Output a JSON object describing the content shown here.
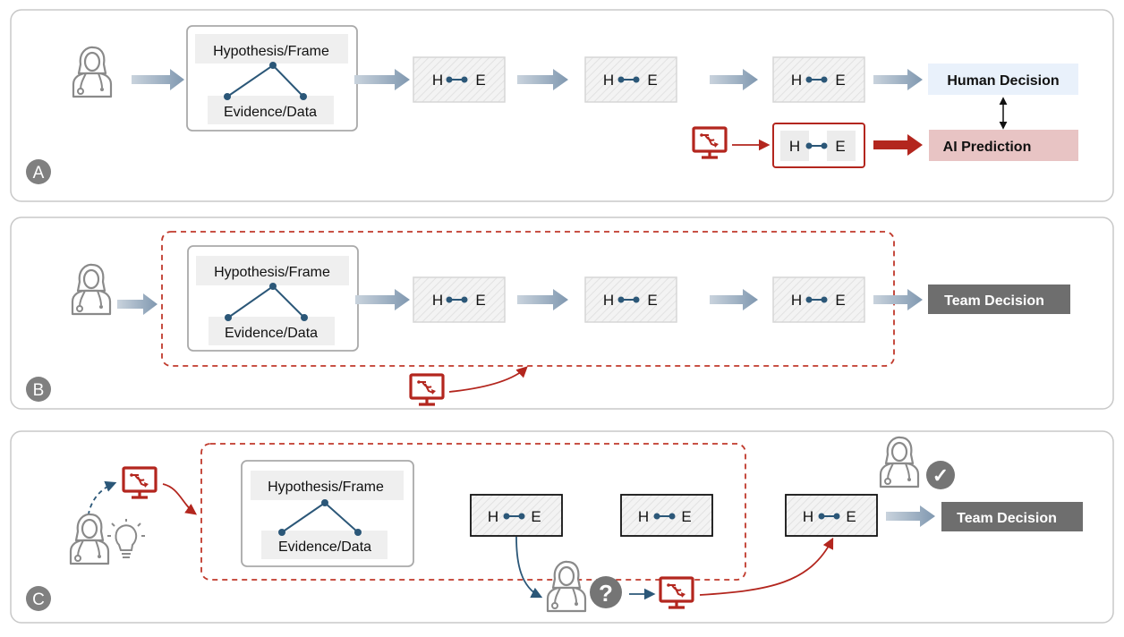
{
  "panels": [
    {
      "letter": "A"
    },
    {
      "letter": "B"
    },
    {
      "letter": "C"
    }
  ],
  "labels": {
    "hypothesis": "Hypothesis/Frame",
    "evidence": "Evidence/Data",
    "h": "H",
    "e": "E"
  },
  "outcomes": {
    "human_decision": "Human Decision",
    "ai_prediction": "AI Prediction",
    "team_decision_b": "Team Decision",
    "team_decision_c": "Team Decision",
    "question_mark": "?",
    "check_mark": "✓"
  },
  "colors": {
    "arrow_gray": "#8fa3b8",
    "node_blue": "#2b5778",
    "ai_red": "#b3261e",
    "dashed_red": "#c0392b",
    "human_decision_bg": "#e9f1fb",
    "ai_prediction_bg": "#e8c4c4",
    "team_decision_bg": "#6e6e6e",
    "panel_border": "#c8c8c8",
    "letter_badge": "#808080"
  },
  "icons": [
    "clinician-icon",
    "ai-monitor-icon",
    "lightbulb-icon",
    "question-icon",
    "check-icon"
  ]
}
